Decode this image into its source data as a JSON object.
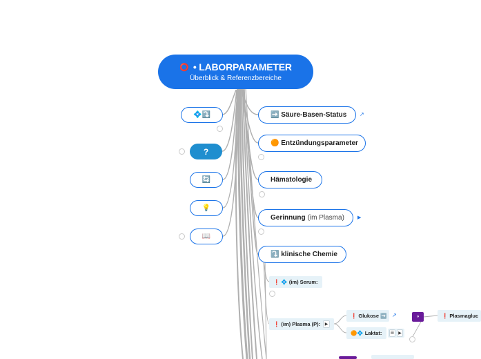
{
  "root": {
    "bullet": "⭕",
    "title": "• LABORPARAMETER",
    "subtitle": "Überblick & Referenzbereiche"
  },
  "left_nodes": [
    {
      "label": "💠⤵️",
      "icon": "diamond-arrow-icon"
    },
    {
      "label": "?",
      "icon": "question-icon"
    },
    {
      "label": "🔄",
      "icon": "refresh-icon"
    },
    {
      "label": "💡",
      "icon": "lightbulb-icon"
    },
    {
      "label": "📖",
      "icon": "book-icon"
    }
  ],
  "right_nodes": [
    {
      "label": "➡️ Säure-Basen-Status",
      "suffix": ""
    },
    {
      "label": "🟠 Entzündungsparameter",
      "suffix": ""
    },
    {
      "label": "Hämatologie",
      "suffix": ""
    },
    {
      "label": "Gerinnung",
      "suffix": "(im Plasma)"
    },
    {
      "label": "⤵️ klinische Chemie",
      "suffix": ""
    }
  ],
  "subnodes": {
    "serum": "❗ 💠 (im) Serum:",
    "plasma": "❗ (im) Plasma (P):",
    "glukose": "❗ Glukose ➡️",
    "laktat": "🟠💠 Laktat:",
    "plasmagluc": "❗ Plasmagluc",
    "more": "»",
    "list_btn": "☰",
    "play_btn": "▶"
  },
  "colors": {
    "accent": "#1a73e8",
    "active": "#1f8ecf",
    "pill_bg": "#e6f2f8",
    "connector": "#b0b0b0",
    "purple": "#6a1b9a"
  }
}
